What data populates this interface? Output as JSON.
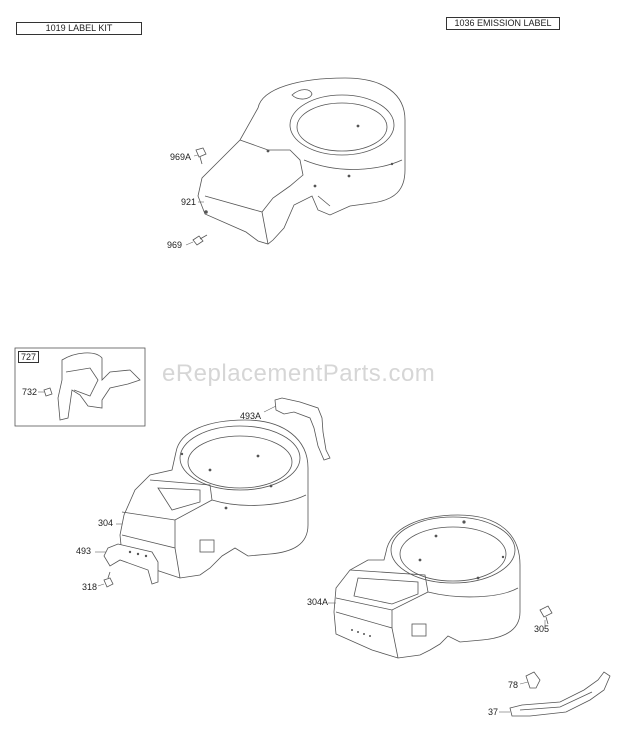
{
  "header": {
    "label_kit": "1019 LABEL KIT",
    "emission_label": "1036 EMISSION LABEL"
  },
  "watermark": "eReplacementParts.com",
  "inset": {
    "number": "727",
    "part": "732"
  },
  "parts": {
    "p969A": "969A",
    "p921": "921",
    "p969": "969",
    "p493A": "493A",
    "p304": "304",
    "p493": "493",
    "p318": "318",
    "p304A": "304A",
    "p305": "305",
    "p78": "78",
    "p37": "37"
  }
}
